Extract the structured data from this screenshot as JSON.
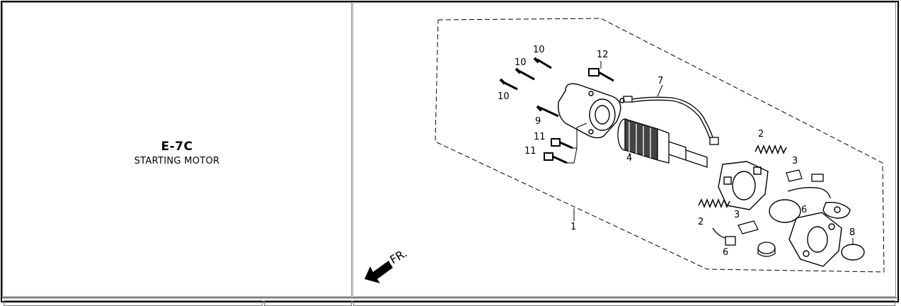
{
  "section": {
    "code": "E-7C",
    "title": "STARTING MOTOR"
  },
  "diagram": {
    "front_label": "FR.",
    "callouts": [
      "10",
      "10",
      "10",
      "12",
      "7",
      "9",
      "11",
      "11",
      "4",
      "2",
      "3",
      "6",
      "1",
      "2",
      "3",
      "6",
      "8"
    ]
  }
}
